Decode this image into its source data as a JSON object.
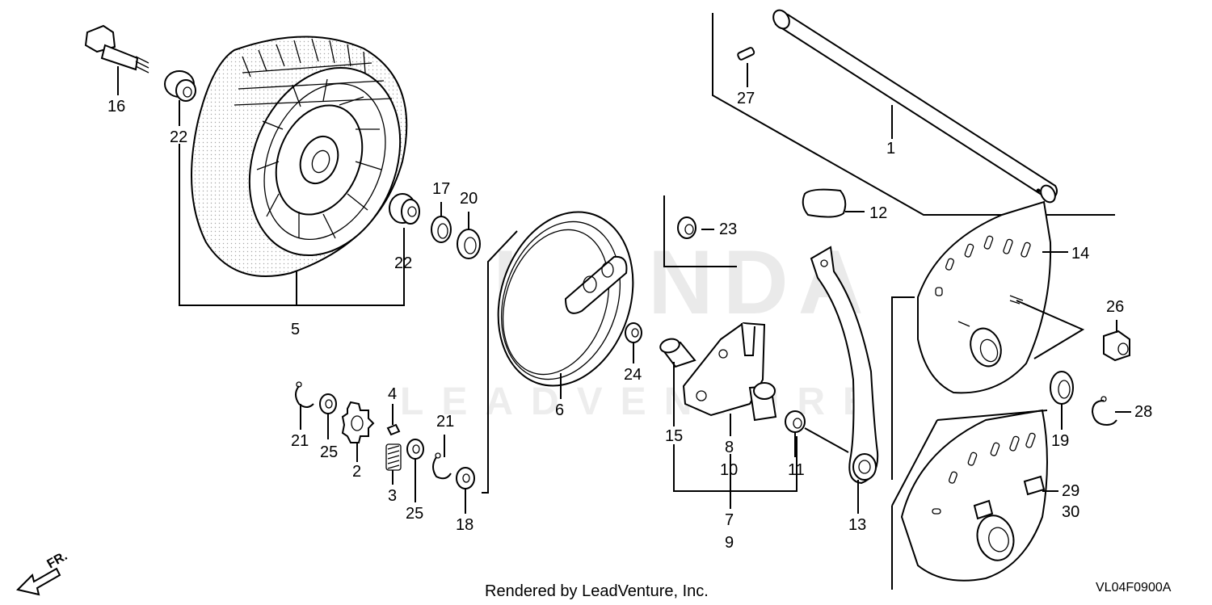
{
  "diagram": {
    "watermark_brand": "HONDA",
    "watermark_sub": "LEADVENTURE",
    "credit": "Rendered by LeadVenture, Inc.",
    "diagram_code": "VL04F0900A",
    "direction_marker": "FR."
  },
  "parts": [
    {
      "id": "1",
      "label": "1"
    },
    {
      "id": "2",
      "label": "2"
    },
    {
      "id": "3",
      "label": "3"
    },
    {
      "id": "4",
      "label": "4"
    },
    {
      "id": "5",
      "label": "5"
    },
    {
      "id": "6",
      "label": "6"
    },
    {
      "id": "7",
      "label": "7"
    },
    {
      "id": "8",
      "label": "8"
    },
    {
      "id": "9",
      "label": "9"
    },
    {
      "id": "10",
      "label": "10"
    },
    {
      "id": "11",
      "label": "11"
    },
    {
      "id": "12",
      "label": "12"
    },
    {
      "id": "13",
      "label": "13"
    },
    {
      "id": "14",
      "label": "14"
    },
    {
      "id": "15",
      "label": "15"
    },
    {
      "id": "16",
      "label": "16"
    },
    {
      "id": "17",
      "label": "17"
    },
    {
      "id": "18",
      "label": "18"
    },
    {
      "id": "19",
      "label": "19"
    },
    {
      "id": "20",
      "label": "20"
    },
    {
      "id": "21a",
      "label": "21"
    },
    {
      "id": "21b",
      "label": "21"
    },
    {
      "id": "22a",
      "label": "22"
    },
    {
      "id": "22b",
      "label": "22"
    },
    {
      "id": "23",
      "label": "23"
    },
    {
      "id": "24",
      "label": "24"
    },
    {
      "id": "25a",
      "label": "25"
    },
    {
      "id": "25b",
      "label": "25"
    },
    {
      "id": "26",
      "label": "26"
    },
    {
      "id": "27",
      "label": "27"
    },
    {
      "id": "28",
      "label": "28"
    },
    {
      "id": "29",
      "label": "29"
    },
    {
      "id": "30",
      "label": "30"
    }
  ]
}
